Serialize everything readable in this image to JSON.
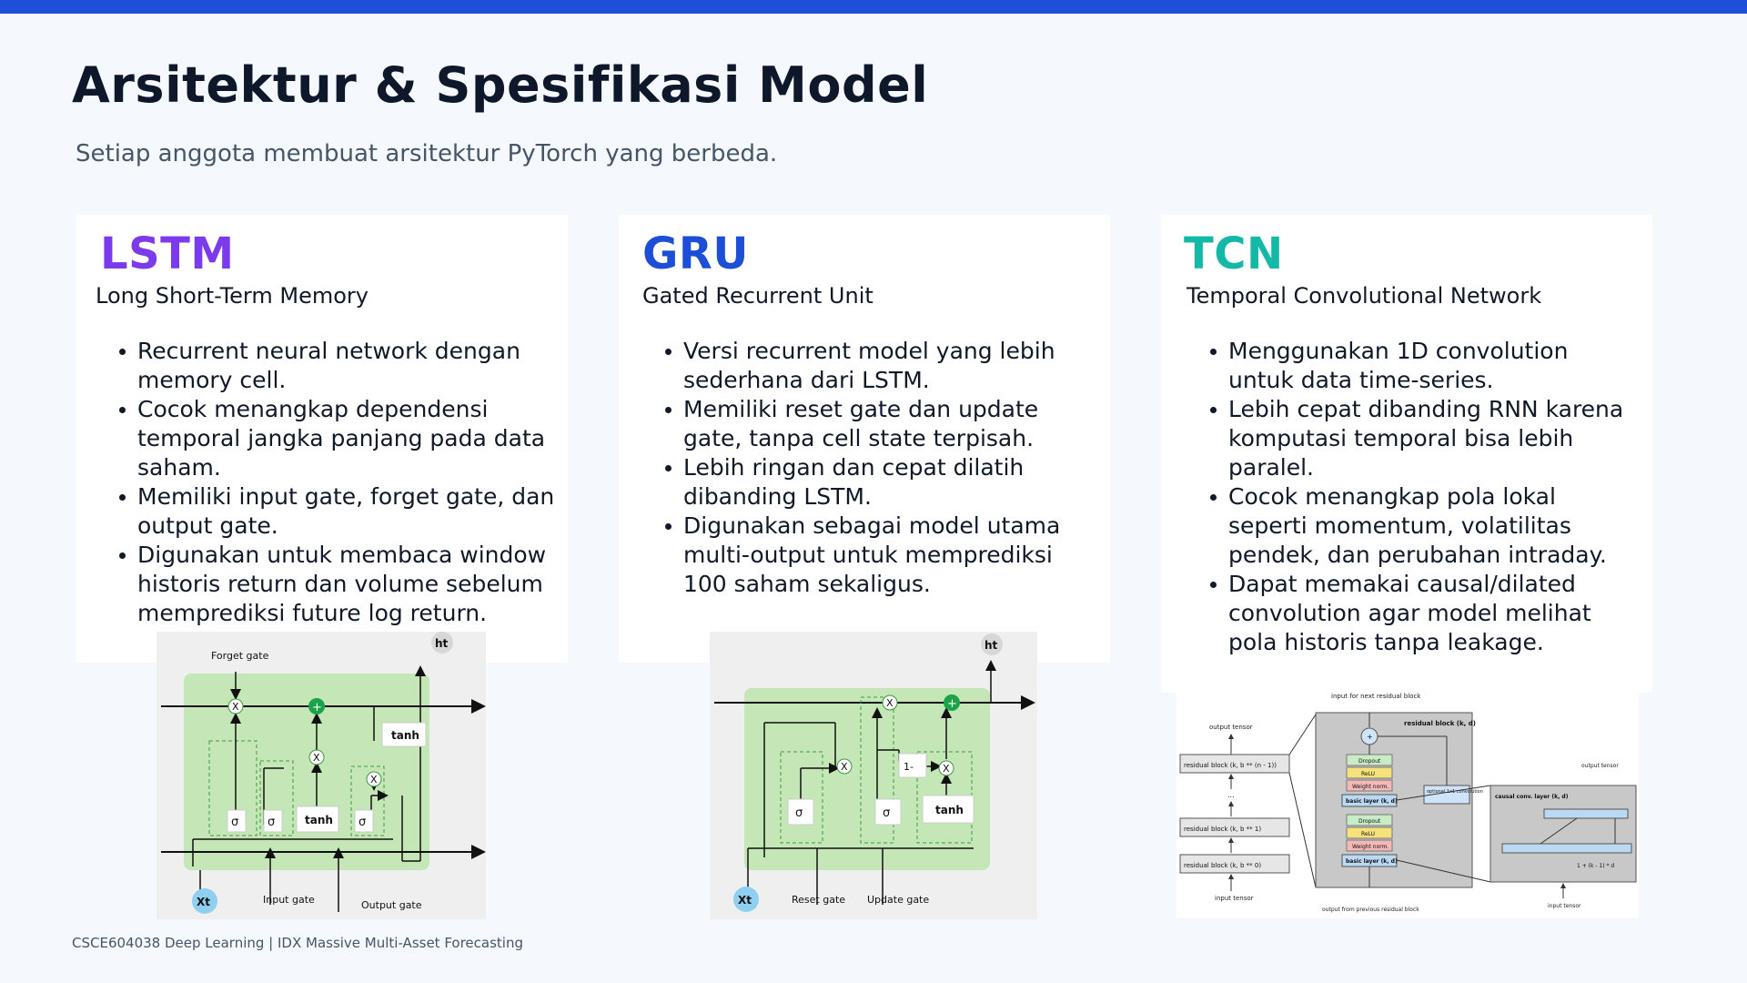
{
  "header": {
    "title": "Arsitektur & Spesifikasi Model",
    "subtitle": "Setiap anggota membuat arsitektur PyTorch yang berbeda."
  },
  "colors": {
    "accent_bar": "#1d4fd8",
    "lstm": "#7c3aed",
    "gru": "#1d4ed8",
    "tcn": "#14b8a6"
  },
  "cards": [
    {
      "name": "LSTM",
      "full_name": "Long Short-Term Memory",
      "bullets": [
        "Recurrent neural network dengan memory cell.",
        "Cocok menangkap dependensi temporal jangka panjang pada data saham.",
        "Memiliki input gate, forget gate, dan output gate.",
        "Digunakan untuk membaca window historis return dan volume sebelum memprediksi future log return."
      ]
    },
    {
      "name": "GRU",
      "full_name": "Gated Recurrent Unit",
      "bullets": [
        "Versi recurrent model yang lebih sederhana dari LSTM.",
        "Memiliki reset gate dan update gate, tanpa cell state terpisah.",
        "Lebih ringan dan cepat dilatih dibanding LSTM.",
        "Digunakan sebagai model utama multi-output untuk memprediksi 100 saham sekaligus."
      ]
    },
    {
      "name": "TCN",
      "full_name": "Temporal Convolutional Network",
      "bullets": [
        "Menggunakan 1D convolution untuk data time-series.",
        "Lebih cepat dibanding RNN karena komputasi temporal bisa lebih paralel.",
        "Cocok menangkap pola lokal seperti momentum, volatilitas pendek, dan perubahan intraday.",
        "Dapat memakai causal/dilated convolution agar model melihat pola historis tanpa leakage."
      ]
    }
  ],
  "lstm_diagram": {
    "forget_gate": "Forget gate",
    "input_gate": "Input gate",
    "output_gate": "Output gate",
    "ht": "ht",
    "xt": "Xt",
    "tanh": "tanh",
    "sigma": "σ",
    "mul": "X",
    "add": "+"
  },
  "gru_diagram": {
    "reset_gate": "Reset gate",
    "update_gate": "Update gate",
    "ht": "ht",
    "xt": "Xt",
    "tanh": "tanh",
    "sigma": "σ",
    "one_minus": "1-",
    "mul": "X",
    "add": "+"
  },
  "tcn_diagram": {
    "input_next": "input for next residual block",
    "residual_block_title": "residual block (k, d)",
    "output_tensor": "output tensor",
    "input_tensor": "input tensor",
    "rb_top": "residual block (k, b ** (n - 1))",
    "dots": "...",
    "rb_mid": "residual block (k, b ** 1)",
    "rb_bot": "residual block (k, b ** 0)",
    "dropout": "Dropout",
    "relu": "ReLU",
    "weight_norm": "Weight norm.",
    "basic_layer": "basic layer (k, d)",
    "optional_conv": "optional 1x1 convolution",
    "output_prev": "output from previous residual block",
    "causal": "causal conv. layer  (k, d)",
    "formula": "1 + (k - 1) * d",
    "plus": "+"
  },
  "footer": "CSCE604038 Deep Learning | IDX Massive Multi-Asset Forecasting"
}
